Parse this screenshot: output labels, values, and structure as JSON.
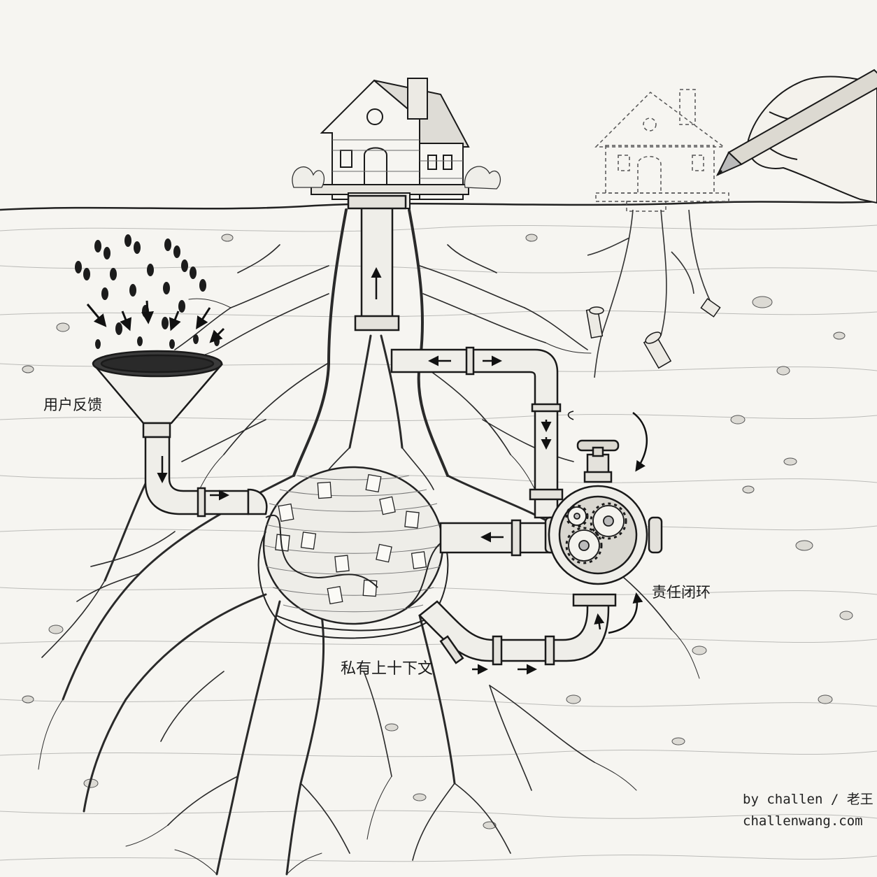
{
  "labels": {
    "feedback": "用户反馈",
    "private_context": "私有上十下文",
    "accountability_loop": "责任闭环"
  },
  "credit": {
    "author": "by challen / 老王",
    "site": "challenwang.com"
  },
  "colors": {
    "paper": "#f6f5f1",
    "ink": "#1a1a1a",
    "soil_line": "#8a8a8a"
  },
  "icons": [
    "house-icon",
    "sketch-house-icon",
    "pencil-hand-icon",
    "funnel-icon",
    "footprint-icon",
    "gear-valve-icon",
    "root-icon",
    "context-ball-icon",
    "pipe-icon",
    "arrow-icon"
  ]
}
